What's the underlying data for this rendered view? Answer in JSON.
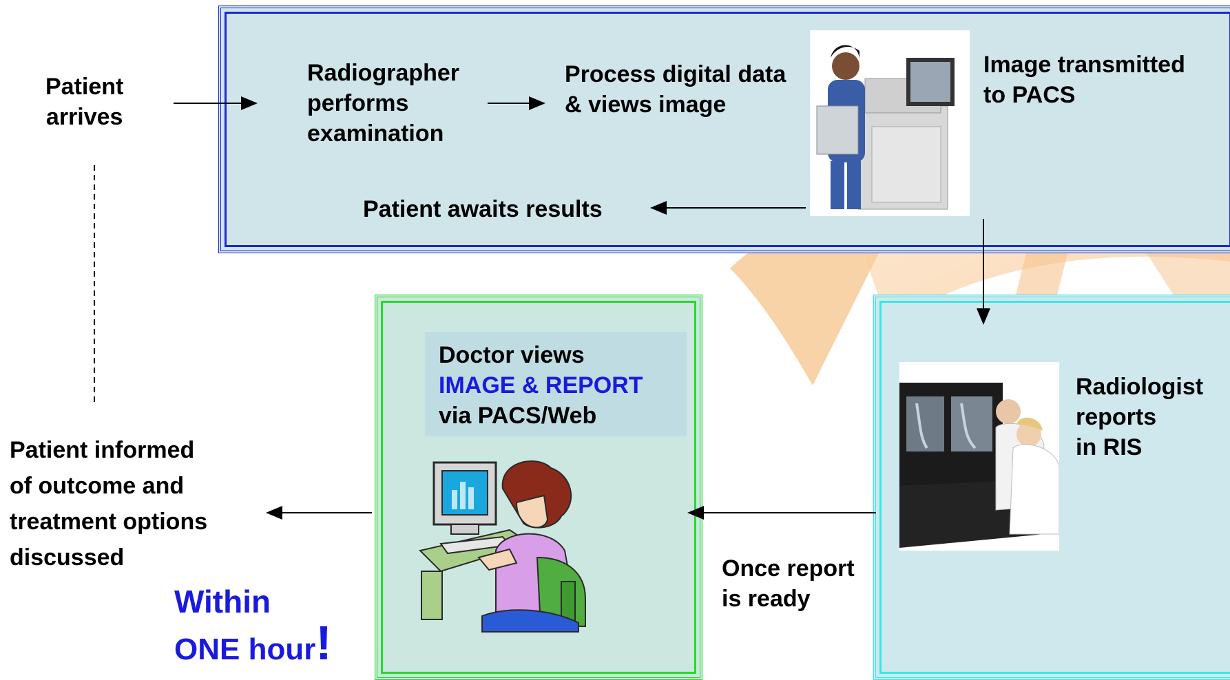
{
  "nodes": {
    "patient_arrives": [
      "Patient",
      "arrives"
    ],
    "radiographer": [
      "Radiographer",
      "performs",
      "examination"
    ],
    "process_data": [
      "Process digital data",
      "& views image"
    ],
    "image_transmitted": [
      "Image transmitted",
      "to PACS"
    ],
    "patient_awaits": "Patient awaits results",
    "doctor_views": [
      "Doctor views",
      "IMAGE & REPORT",
      "via PACS/Web"
    ],
    "radiologist": [
      "Radiologist",
      "reports",
      "in RIS"
    ],
    "patient_informed": [
      "Patient informed",
      "of outcome and",
      "treatment options",
      "discussed"
    ],
    "once_report": [
      "Once report",
      "is ready"
    ],
    "within": "Within",
    "one_hour": "ONE hour",
    "exclaim": "!"
  },
  "colors": {
    "top_border": "#1c2ad0",
    "green_border": "#22dd22",
    "cyan_border": "#33e8e8",
    "emphasis_blue": "#1a1adf",
    "panel_fill": "#cfe5ea"
  },
  "icons": {
    "radiographer_photo": "radiographer-with-imaging-machine",
    "radiologist_photo": "radiologists-viewing-xrays",
    "doctor_clipart": "doctor-at-computer"
  }
}
